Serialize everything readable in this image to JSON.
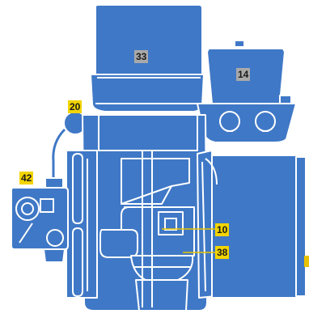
{
  "palette": {
    "body": "#3f78c6",
    "outline": "#ffffff",
    "label_gray": "#a9a9a9",
    "label_yellow": "#f2d400"
  },
  "callouts": [
    {
      "id": "33",
      "text": "33",
      "style": "gray"
    },
    {
      "id": "14",
      "text": "14",
      "style": "gray"
    },
    {
      "id": "20",
      "text": "20",
      "style": "yellow"
    },
    {
      "id": "42",
      "text": "42",
      "style": "yellow"
    },
    {
      "id": "10",
      "text": "10",
      "style": "yellow"
    },
    {
      "id": "38",
      "text": "38",
      "style": "yellow"
    }
  ]
}
